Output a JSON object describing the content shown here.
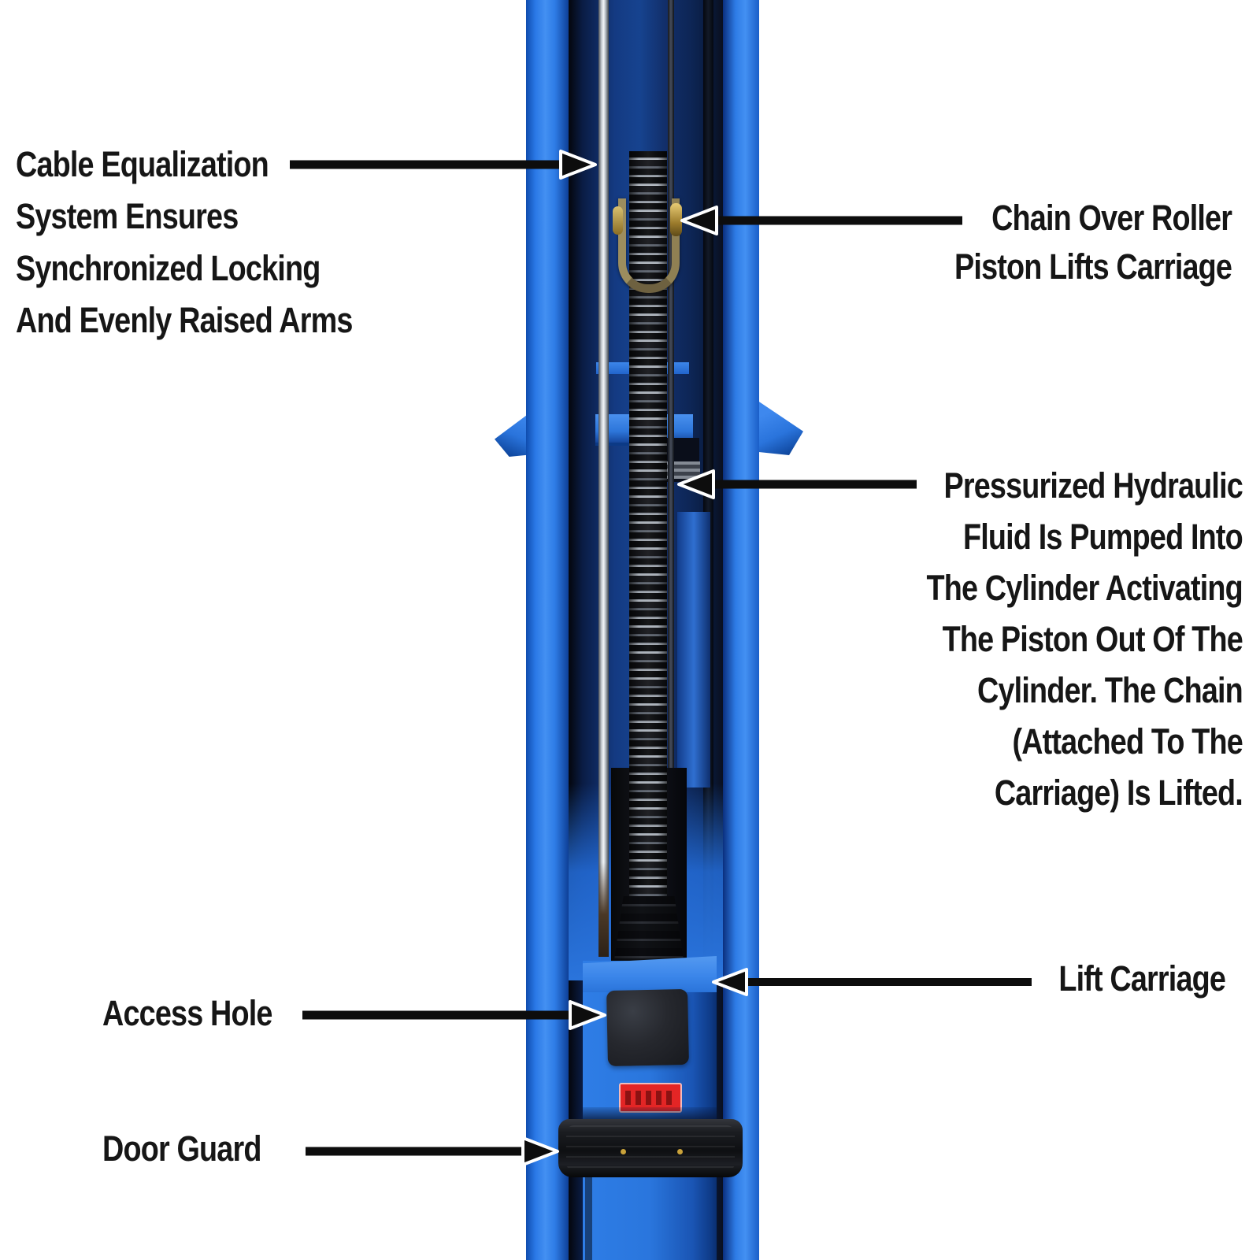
{
  "colors": {
    "column_blue": "#2a78e6",
    "column_blue_highlight": "#4390f2",
    "column_navy": "#143a82",
    "cable_silver": "#d9dcdf",
    "chain_dark": "#101114",
    "yoke_brass": "#9c8d5e",
    "sticker_red": "#e32525",
    "door_guard_black": "#17181c",
    "label_text": "#161616",
    "arrow_black": "#0d0d0d",
    "background": "#ffffff"
  },
  "labels": {
    "cable_equalization": {
      "lines": [
        "Cable Equalization",
        "System Ensures",
        "Synchronized Locking",
        "And Evenly Raised Arms"
      ]
    },
    "chain_over_roller": {
      "lines": [
        "Chain Over Roller",
        "Piston Lifts Carriage"
      ]
    },
    "hydraulic": {
      "lines": [
        "Pressurized Hydraulic",
        "Fluid Is Pumped Into",
        "The Cylinder Activating",
        "The Piston Out Of The",
        "Cylinder. The Chain",
        "(Attached To The",
        "Carriage) Is Lifted."
      ]
    },
    "lift_carriage": {
      "text": "Lift Carriage"
    },
    "access_hole": {
      "text": "Access Hole"
    },
    "door_guard": {
      "text": "Door Guard"
    }
  }
}
